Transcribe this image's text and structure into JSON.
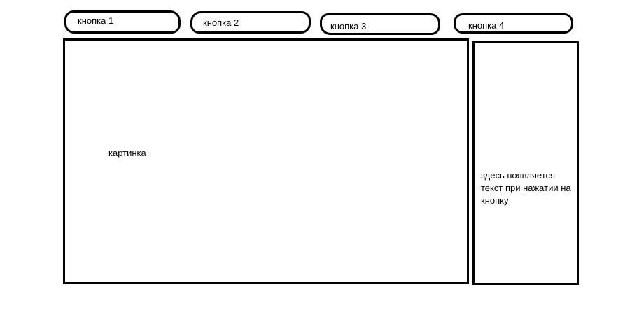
{
  "buttons": [
    {
      "label": "кнопка 1"
    },
    {
      "label": "кнопка 2"
    },
    {
      "label": "кнопка 3"
    },
    {
      "label": "кнопка 4"
    }
  ],
  "picture_panel": {
    "label": "картинка"
  },
  "text_panel": {
    "label": "здесь появляется текст при нажатии на кнопку"
  }
}
